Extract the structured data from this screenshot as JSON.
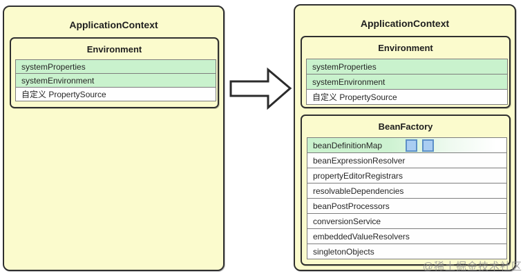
{
  "left_panel": {
    "title": "ApplicationContext",
    "environment": {
      "title": "Environment",
      "rows": [
        {
          "label": "systemProperties",
          "highlighted": true
        },
        {
          "label": "systemEnvironment",
          "highlighted": true
        },
        {
          "label": "自定义 PropertySource",
          "highlighted": false
        }
      ]
    }
  },
  "right_panel": {
    "title": "ApplicationContext",
    "environment": {
      "title": "Environment",
      "rows": [
        {
          "label": "systemProperties",
          "highlighted": true
        },
        {
          "label": "systemEnvironment",
          "highlighted": true
        },
        {
          "label": "自定义 PropertySource",
          "highlighted": false
        }
      ]
    },
    "bean_factory": {
      "title": "BeanFactory",
      "rows": [
        {
          "label": "beanDefinitionMap",
          "highlighted": true,
          "map_squares": 2
        },
        {
          "label": "beanExpressionResolver",
          "highlighted": false
        },
        {
          "label": "propertyEditorRegistrars",
          "highlighted": false
        },
        {
          "label": "resolvableDependencies",
          "highlighted": false
        },
        {
          "label": "beanPostProcessors",
          "highlighted": false
        },
        {
          "label": "conversionService",
          "highlighted": false
        },
        {
          "label": "embeddedValueResolvers",
          "highlighted": false
        },
        {
          "label": "singletonObjects",
          "highlighted": false
        }
      ]
    }
  },
  "arrow": {
    "direction": "right"
  },
  "watermark": "@稀土掘金技术社区",
  "colors": {
    "box_fill": "#fbfbcd",
    "row_highlight": "#c9f2cd",
    "row_default": "#fefefe",
    "map_square_fill": "#a9cdf2",
    "map_square_border": "#5b8fc7",
    "border": "#2f2f2f",
    "watermark_gray": "#8f8f8f"
  }
}
